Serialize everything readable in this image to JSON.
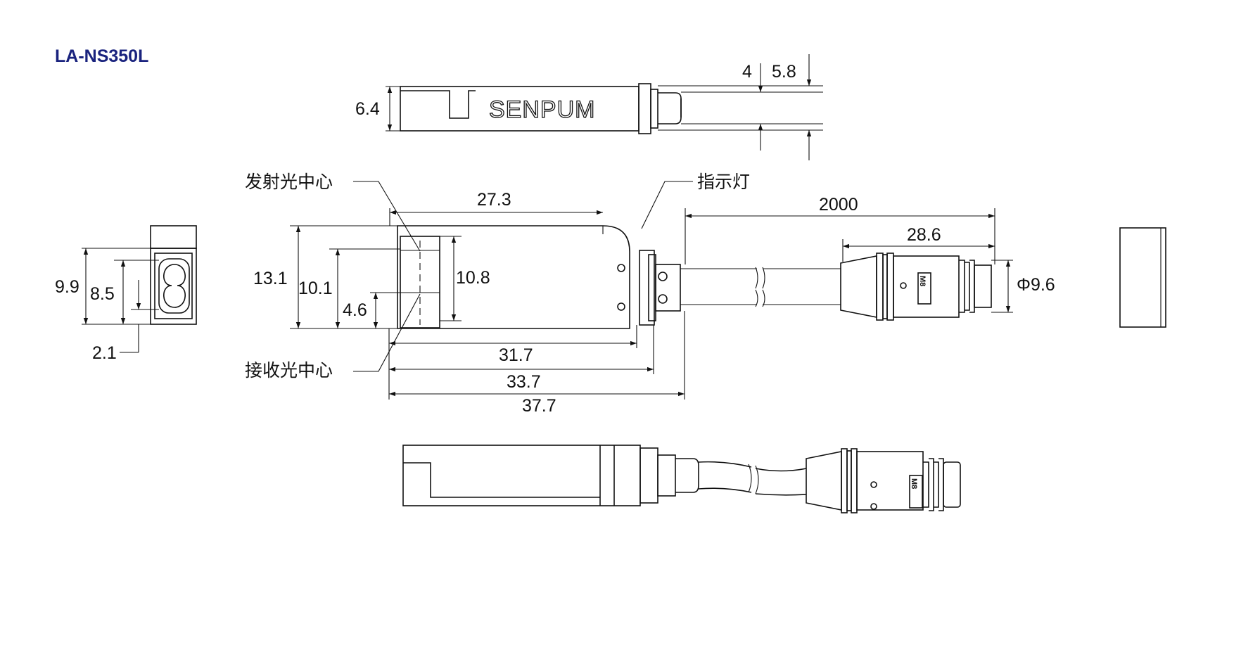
{
  "title": "LA-NS350L",
  "colors": {
    "title": "#1a237e",
    "line": "#111111"
  },
  "brand": "SENPUM",
  "connector_marking": "M8",
  "labels": {
    "emitter_center": "发射光中心",
    "receiver_center": "接收光中心",
    "indicator": "指示灯"
  },
  "dims": {
    "d_4": "4",
    "d_5_8": "5.8",
    "d_6_4": "6.4",
    "d_27_3": "27.3",
    "d_2000": "2000",
    "d_28_6": "28.6",
    "d_13_1": "13.1",
    "d_10_1": "10.1",
    "d_10_8": "10.8",
    "d_4_6": "4.6",
    "d_phi_9_6": "Φ9.6",
    "d_9_9": "9.9",
    "d_8_5": "8.5",
    "d_2_1": "2.1",
    "d_31_7": "31.7",
    "d_33_7": "33.7",
    "d_37_7": "37.7"
  }
}
